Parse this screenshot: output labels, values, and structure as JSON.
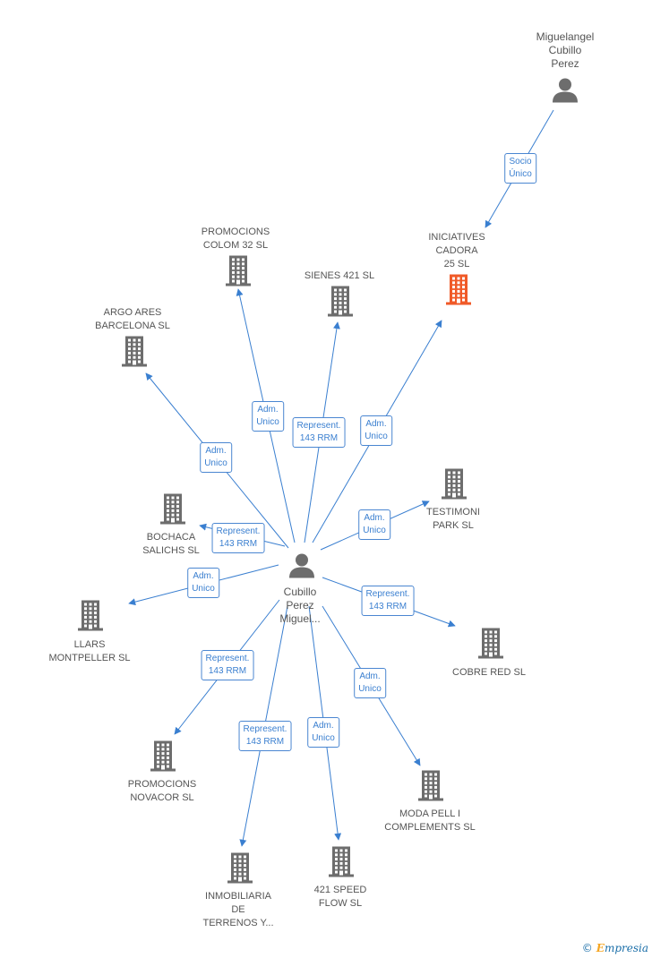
{
  "colors": {
    "edge": "#3a7fd0",
    "building": "#6d6d6d",
    "building_highlight": "#f05a28",
    "person": "#6d6d6d"
  },
  "nodes": [
    {
      "id": "miguelangel",
      "type": "person",
      "lines": [
        "Miguelangel",
        "Cubillo",
        "Perez"
      ]
    },
    {
      "id": "iniciatives",
      "type": "building-highlight",
      "lines": [
        "INICIATIVES",
        "CADORA",
        "25 SL"
      ]
    },
    {
      "id": "promocions_colom",
      "type": "building",
      "lines": [
        "PROMOCIONS",
        "COLOM 32 SL"
      ]
    },
    {
      "id": "sienes",
      "type": "building",
      "lines": [
        "SIENES 421 SL"
      ]
    },
    {
      "id": "argo",
      "type": "building",
      "lines": [
        "ARGO ARES",
        "BARCELONA SL"
      ]
    },
    {
      "id": "testimoni",
      "type": "building",
      "lines": [
        "TESTIMONI",
        "PARK SL"
      ]
    },
    {
      "id": "bochaca",
      "type": "building",
      "lines": [
        "BOCHACA",
        "SALICHS SL"
      ]
    },
    {
      "id": "cubillo",
      "type": "person",
      "lines": [
        "Cubillo",
        "Perez",
        "Miguel..."
      ]
    },
    {
      "id": "llars",
      "type": "building",
      "lines": [
        "LLARS",
        "MONTPELLER SL"
      ]
    },
    {
      "id": "cobre",
      "type": "building",
      "lines": [
        "COBRE RED SL"
      ]
    },
    {
      "id": "novacor",
      "type": "building",
      "lines": [
        "PROMOCIONS",
        "NOVACOR SL"
      ]
    },
    {
      "id": "moda",
      "type": "building",
      "lines": [
        "MODA PELL I",
        "COMPLEMENTS SL"
      ]
    },
    {
      "id": "inmobiliaria",
      "type": "building",
      "lines": [
        "INMOBILIARIA",
        "DE",
        "TERRENOS Y..."
      ]
    },
    {
      "id": "speed",
      "type": "building",
      "lines": [
        "421 SPEED",
        "FLOW SL"
      ]
    }
  ],
  "edges": [
    {
      "from": "miguelangel",
      "to": "iniciatives",
      "label": [
        "Socio",
        "Único"
      ]
    },
    {
      "from": "cubillo",
      "to": "promocions_colom",
      "label": [
        "Adm.",
        "Unico"
      ]
    },
    {
      "from": "cubillo",
      "to": "sienes",
      "label": [
        "Represent.",
        "143 RRM"
      ]
    },
    {
      "from": "cubillo",
      "to": "iniciatives",
      "label": [
        "Adm.",
        "Unico"
      ]
    },
    {
      "from": "cubillo",
      "to": "argo",
      "label": [
        "Adm.",
        "Unico"
      ]
    },
    {
      "from": "cubillo",
      "to": "testimoni",
      "label": [
        "Adm.",
        "Unico"
      ]
    },
    {
      "from": "cubillo",
      "to": "bochaca",
      "label": [
        "Represent.",
        "143 RRM"
      ]
    },
    {
      "from": "cubillo",
      "to": "llars",
      "label": [
        "Adm.",
        "Unico"
      ]
    },
    {
      "from": "cubillo",
      "to": "cobre",
      "label": [
        "Represent.",
        "143 RRM"
      ]
    },
    {
      "from": "cubillo",
      "to": "novacor",
      "label": [
        "Represent.",
        "143 RRM"
      ]
    },
    {
      "from": "cubillo",
      "to": "moda",
      "label": [
        "Adm.",
        "Unico"
      ]
    },
    {
      "from": "cubillo",
      "to": "inmobiliaria",
      "label": [
        "Represent.",
        "143 RRM"
      ]
    },
    {
      "from": "cubillo",
      "to": "speed",
      "label": [
        "Adm.",
        "Unico"
      ]
    }
  ],
  "footer": {
    "copyright": "©",
    "brand_initial": "E",
    "brand_rest": "mpresia"
  }
}
